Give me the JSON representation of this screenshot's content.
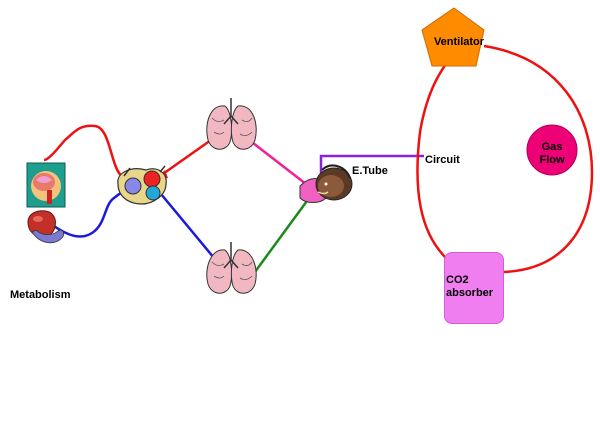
{
  "labels": {
    "metabolism": "Metabolism",
    "etube": "E.Tube",
    "circuit": "Circuit",
    "ventilator": "Ventilator",
    "gas_flow_line1": "Gas",
    "gas_flow_line2": "Flow",
    "co2_line1": "CO2",
    "co2_line2": "absorber"
  },
  "colors": {
    "arterial": "#ee1111",
    "venous": "#1a1add",
    "ventilated": "#ee2299",
    "return": "#1c8a1c",
    "circuit": "#8822dd",
    "ventilator": "#ff8c00",
    "gas_flow": "#ee0077",
    "co2_absorber": "#f07ef0"
  }
}
